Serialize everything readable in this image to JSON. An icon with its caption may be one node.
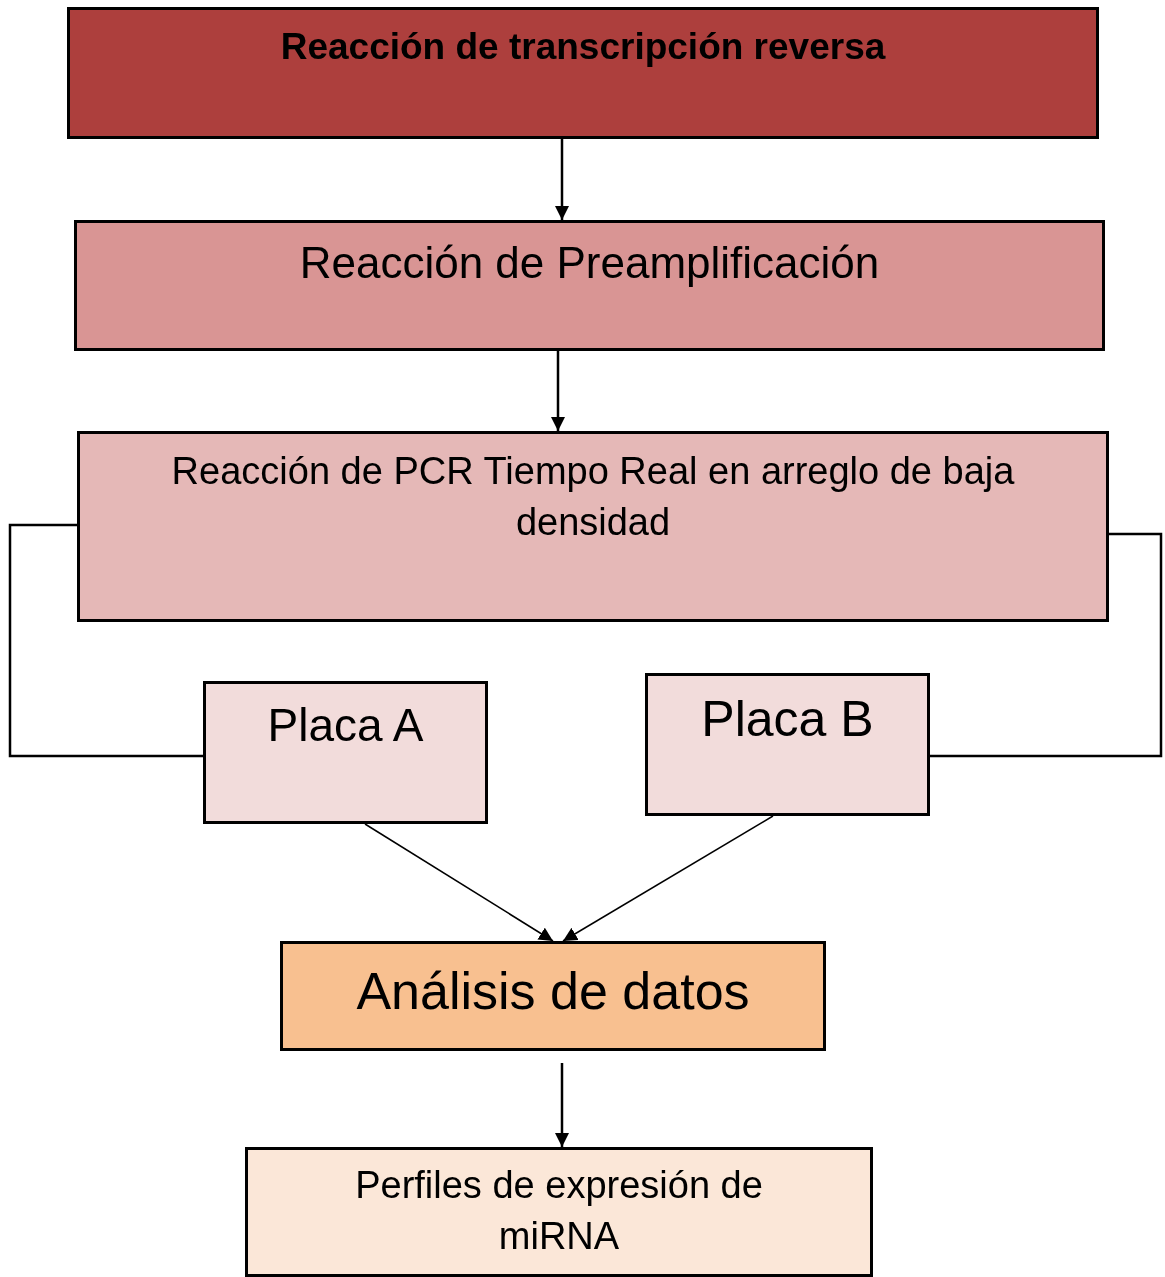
{
  "diagram": {
    "nodes": [
      {
        "text": [
          "Reacción de transcripción reversa"
        ]
      },
      {
        "text": [
          "Reacción de Preamplificación"
        ]
      },
      {
        "text": [
          "Reacción de PCR Tiempo Real en arreglo de baja densidad"
        ]
      },
      {
        "text": [
          "Placa A"
        ]
      },
      {
        "text": [
          "Placa B"
        ]
      },
      {
        "text": [
          "Análisis de datos"
        ]
      },
      {
        "text": [
          "Perfiles de expresión de miRNA"
        ]
      }
    ],
    "edges": [
      {
        "from": 0,
        "to": 1,
        "arrow": "to"
      },
      {
        "from": 1,
        "to": 2,
        "arrow": "to"
      },
      {
        "from": 2,
        "to": 3,
        "arrow": "none"
      },
      {
        "from": 2,
        "to": 4,
        "arrow": "none"
      },
      {
        "from": 3,
        "to": 5,
        "arrow": "to"
      },
      {
        "from": 4,
        "to": 5,
        "arrow": "to"
      },
      {
        "from": 5,
        "to": 6,
        "arrow": "to"
      }
    ]
  }
}
